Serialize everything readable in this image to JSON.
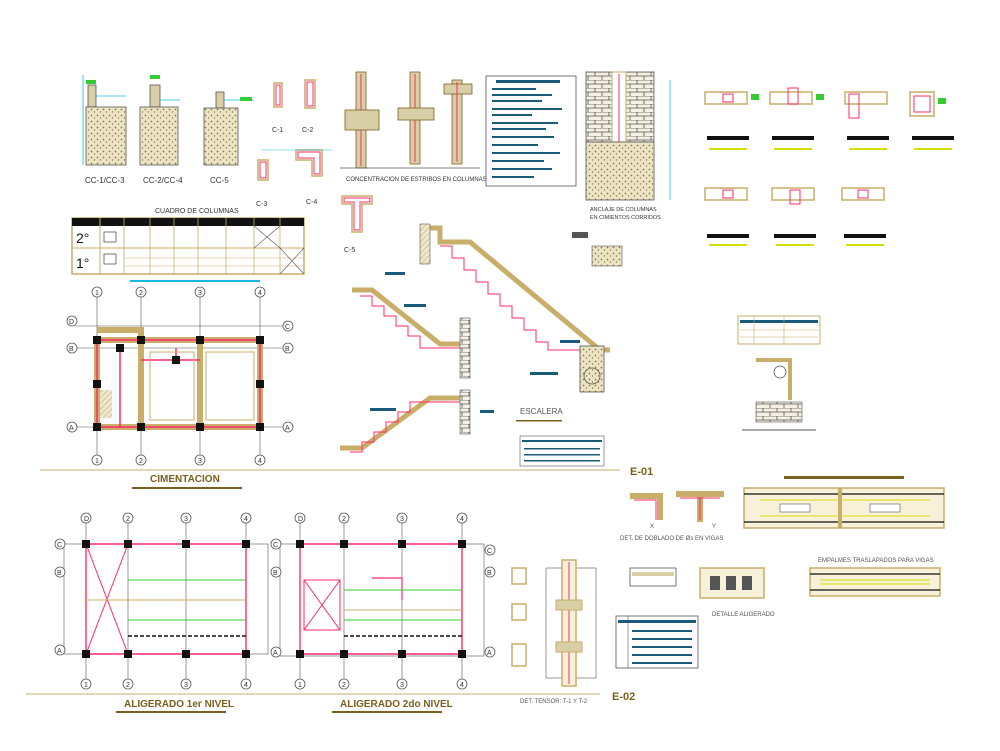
{
  "colors": {
    "wall_fill": "#d8cfa6",
    "wall_stroke": "#b7a35e",
    "rebar": "#ff2a6a",
    "dim": "#18b8e0",
    "green": "#33cc33",
    "dark": "#000000",
    "tan": "#c9ae6a",
    "title_bar": "#7a6020"
  },
  "footings": {
    "labels": [
      "CC-1/CC-3",
      "CC-2/CC-4",
      "CC-5"
    ]
  },
  "columns": {
    "labels": [
      "C-1",
      "C-2",
      "C-3",
      "C-4",
      "C-5"
    ]
  },
  "stirrups": {
    "title": "CONCENTRACION DE ESTRIBOS EN COLUMNAS"
  },
  "anchor": {
    "line1": "ANCLAJE DE COLUMNAS",
    "line2": "EN CIMIENTOS CORRIDOS"
  },
  "column_table": {
    "title": "CUADRO DE COLUMNAS",
    "levels": [
      "2°",
      "1°"
    ]
  },
  "foundation_plan": {
    "title": "CIMENTACION",
    "axes_top": [
      "1",
      "2",
      "3",
      "4"
    ],
    "axes_side": [
      "A",
      "B",
      "C"
    ],
    "marker": "D"
  },
  "stair": {
    "title": "ESCALERA"
  },
  "sheets": {
    "e1": "E-01",
    "e2": "E-02"
  },
  "beams": {
    "bending_label": "DET. DE DOBLADO DE Øs EN VIGAS",
    "splice_label": "EMPALMES TRASLAPADOS PARA VIGAS",
    "slab_label": "DETALLE ALIGERADO",
    "x_mark": "X",
    "y_mark": "Y"
  },
  "slabs": {
    "first_title": "ALIGERADO 1er NIVEL",
    "second_title": "ALIGERADO 2do NIVEL",
    "tensor_label": "DET. TENSOR: T-1 Y T-2"
  }
}
